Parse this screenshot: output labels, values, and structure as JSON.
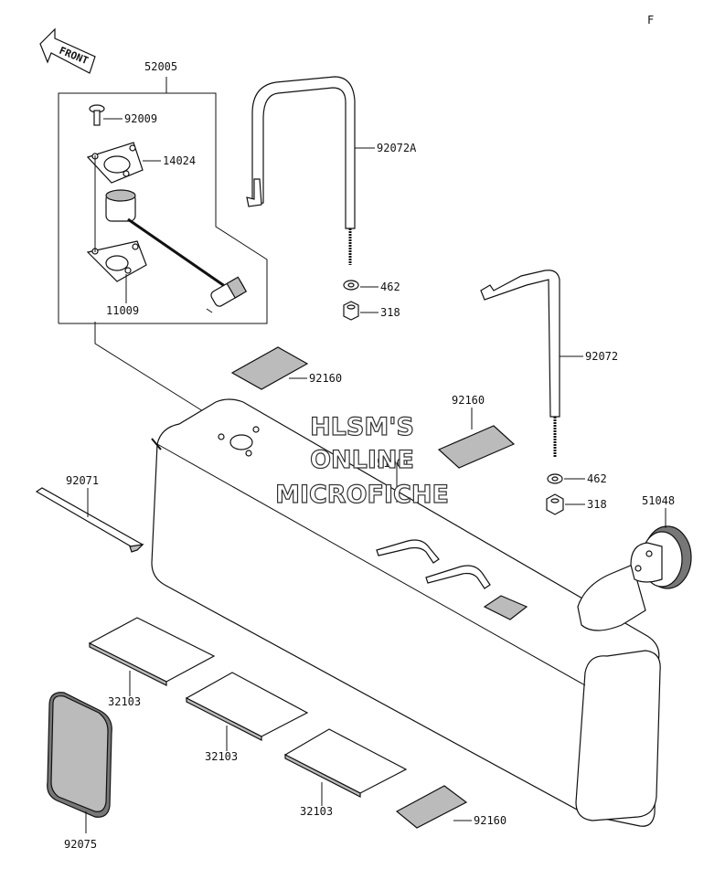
{
  "corner_mark": "F",
  "front_arrow": {
    "label": "FRONT"
  },
  "watermark": {
    "line1": "HLSM'S",
    "line2": "ONLINE",
    "line3": "MICROFICHE"
  },
  "labels": {
    "p52005": "52005",
    "p92009": "92009",
    "p14024": "14024",
    "p11009": "11009",
    "p92072a": "92072A",
    "p462a": "462",
    "p318a": "318",
    "p92160a": "92160",
    "p92160b": "92160",
    "p92072": "92072",
    "p462b": "462",
    "p318b": "318",
    "p51048": "51048",
    "p51001": "51001",
    "p92071": "92071",
    "p32103a": "32103",
    "p32103b": "32103",
    "p32103c": "32103",
    "p92075": "92075",
    "p92160c": "92160"
  }
}
